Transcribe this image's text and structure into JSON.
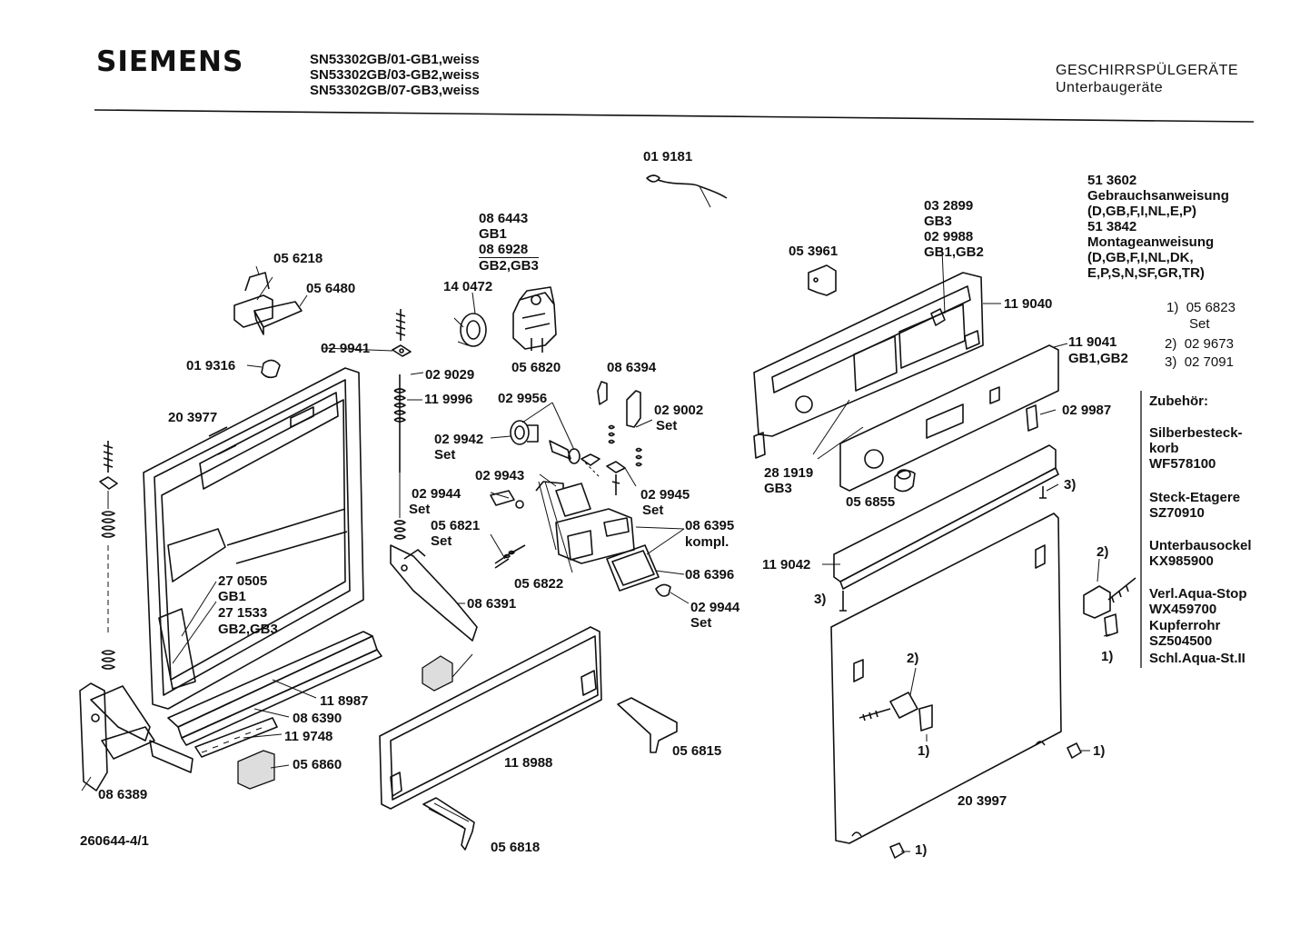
{
  "header": {
    "logo": "SIEMENS",
    "models": [
      "SN53302GB/01-GB1,weiss",
      "SN53302GB/03-GB2,weiss",
      "SN53302GB/07-GB3,weiss"
    ],
    "category": "GESCHIRRSPÜLGERÄTE",
    "subcategory": "Unterbaugeräte"
  },
  "documents": {
    "lines": [
      "51 3602",
      "Gebrauchsanweisung",
      "(D,GB,F,I,NL,E,P)",
      "51 3842",
      "Montageanweisung",
      "(D,GB,F,I,NL,DK,",
      "E,P,S,N,SF,GR,TR)"
    ]
  },
  "footnotes": {
    "items": [
      {
        "mark": "1)",
        "part": "05 6823",
        "extra": "Set"
      },
      {
        "mark": "2)",
        "part": "02 9673",
        "extra": ""
      },
      {
        "mark": "3)",
        "part": "02 7091",
        "extra": ""
      }
    ]
  },
  "accessories": {
    "title": "Zubehör:",
    "items": [
      {
        "name": "Silberbesteck-",
        "name2": "korb",
        "code": "WF578100"
      },
      {
        "name": "Steck-Etagere",
        "name2": "",
        "code": "SZ70910"
      },
      {
        "name": "Unterbausockel",
        "name2": "",
        "code": "KX985900"
      },
      {
        "name": "Verl.Aqua-Stop",
        "name2": "",
        "code": "WX459700"
      },
      {
        "name": "Kupferrohr",
        "name2": "",
        "code": "SZ504500"
      },
      {
        "name": "Schl.Aqua-St.II",
        "name2": "",
        "code": ""
      }
    ]
  },
  "labels": {
    "l019181": "01 9181",
    "l086443": "08 6443",
    "lgb1a": "GB1",
    "l086928": "08 6928",
    "lgb2gb3a": "GB2,GB3",
    "l140472": "14 0472",
    "l056218": "05 6218",
    "l056480": "05 6480",
    "l029941": "02 9941",
    "l019316": "01 9316",
    "l029029": "02 9029",
    "l119996": "11 9996",
    "l203977": "20 3977",
    "l056820": "05 6820",
    "l086394": "08 6394",
    "l029956": "02 9956",
    "l029002": "02 9002",
    "lset1": "Set",
    "l029942": "02 9942",
    "lset2": "Set",
    "l029943": "02 9943",
    "l029944a": "02 9944",
    "lset3": "Set",
    "l029945": "02 9945",
    "lset4": "Set",
    "l056821": "05 6821",
    "lset5": "Set",
    "l086395": "08 6395",
    "lkompl": "kompl.",
    "l086396": "08 6396",
    "l056822": "05 6822",
    "l029944b": "02 9944",
    "lset6": "Set",
    "l086391": "08 6391",
    "l270505": "27 0505",
    "lgb1b": "GB1",
    "l271533": "27 1533",
    "lgb2gb3b": "GB2,GB3",
    "l118987": "11 8987",
    "l086390": "08 6390",
    "l119748": "11 9748",
    "l056860": "05 6860",
    "l086389": "08 6389",
    "l118988": "11 8988",
    "l056815": "05 6815",
    "l056818": "05 6818",
    "l053961": "05 3961",
    "l032899": "03 2899",
    "lgb3a": "GB3",
    "l029988": "02 9988",
    "lgb1gb2a": "GB1,GB2",
    "l119040": "11 9040",
    "l119041": "11 9041",
    "lgb1gb2b": "GB1,GB2",
    "l029987": "02 9987",
    "l281919": "28 1919",
    "lgb3b": "GB3",
    "l056855": "05 6855",
    "lm3a": "3)",
    "l119042": "11 9042",
    "lm3b": "3)",
    "lm2a": "2)",
    "lm1a": "1)",
    "lm2b": "2)",
    "lm1b": "1)",
    "lm1c": "1)",
    "l203997": "20 3997",
    "lm1d": "1)"
  },
  "footer": {
    "drawing_number": "260644-4/1"
  }
}
